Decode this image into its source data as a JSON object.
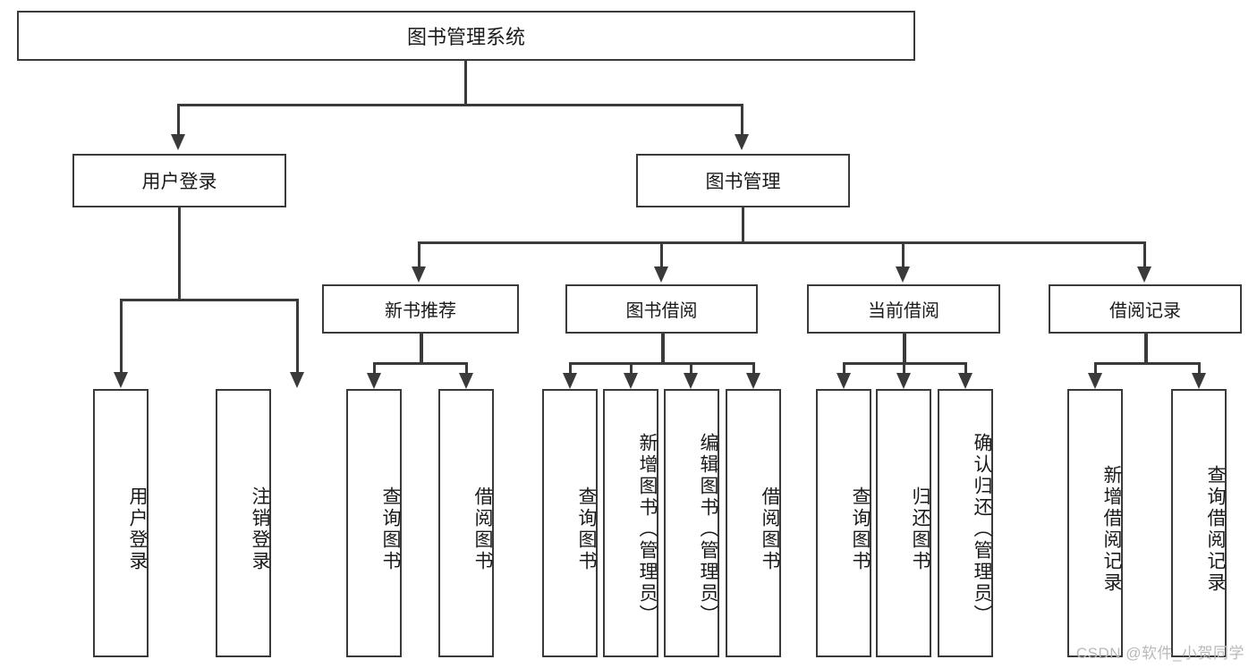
{
  "diagram": {
    "type": "tree",
    "title": "图书管理系统",
    "root": {
      "label": "图书管理系统"
    },
    "level1": [
      {
        "id": "user-login",
        "label": "用户登录"
      },
      {
        "id": "book-manage",
        "label": "图书管理"
      }
    ],
    "level2": [
      {
        "id": "new-book-recommend",
        "label": "新书推荐",
        "parent": "book-manage"
      },
      {
        "id": "book-borrow",
        "label": "图书借阅",
        "parent": "book-manage"
      },
      {
        "id": "current-borrow",
        "label": "当前借阅",
        "parent": "book-manage"
      },
      {
        "id": "borrow-record",
        "label": "借阅记录",
        "parent": "book-manage"
      }
    ],
    "leaves": [
      {
        "id": "leaf-user-login",
        "label": "用户登录",
        "parent": "user-login"
      },
      {
        "id": "leaf-logout",
        "label": "注销登录",
        "parent": "user-login"
      },
      {
        "id": "leaf-query-book-1",
        "label": "查询图书",
        "parent": "new-book-recommend"
      },
      {
        "id": "leaf-borrow-book-1",
        "label": "借阅图书",
        "parent": "new-book-recommend"
      },
      {
        "id": "leaf-query-book-2",
        "label": "查询图书",
        "parent": "book-borrow"
      },
      {
        "id": "leaf-add-book",
        "label": "新增图书（管理员）",
        "parent": "book-borrow"
      },
      {
        "id": "leaf-edit-book",
        "label": "编辑图书（管理员）",
        "parent": "book-borrow"
      },
      {
        "id": "leaf-borrow-book-2",
        "label": "借阅图书",
        "parent": "book-borrow"
      },
      {
        "id": "leaf-query-book-3",
        "label": "查询图书",
        "parent": "current-borrow"
      },
      {
        "id": "leaf-return-book",
        "label": "归还图书",
        "parent": "current-borrow"
      },
      {
        "id": "leaf-confirm-return",
        "label": "确认归还（管理员）",
        "parent": "current-borrow"
      },
      {
        "id": "leaf-add-record",
        "label": "新增借阅记录",
        "parent": "borrow-record"
      },
      {
        "id": "leaf-query-record",
        "label": "查询借阅记录",
        "parent": "borrow-record"
      }
    ],
    "colors": {
      "stroke": "#3a3a3a",
      "fill": "#ffffff",
      "text": "#1a1a1a",
      "watermark": "#b9b9b9"
    }
  },
  "watermark": {
    "text": "CSDN @软件_小贺同学"
  }
}
